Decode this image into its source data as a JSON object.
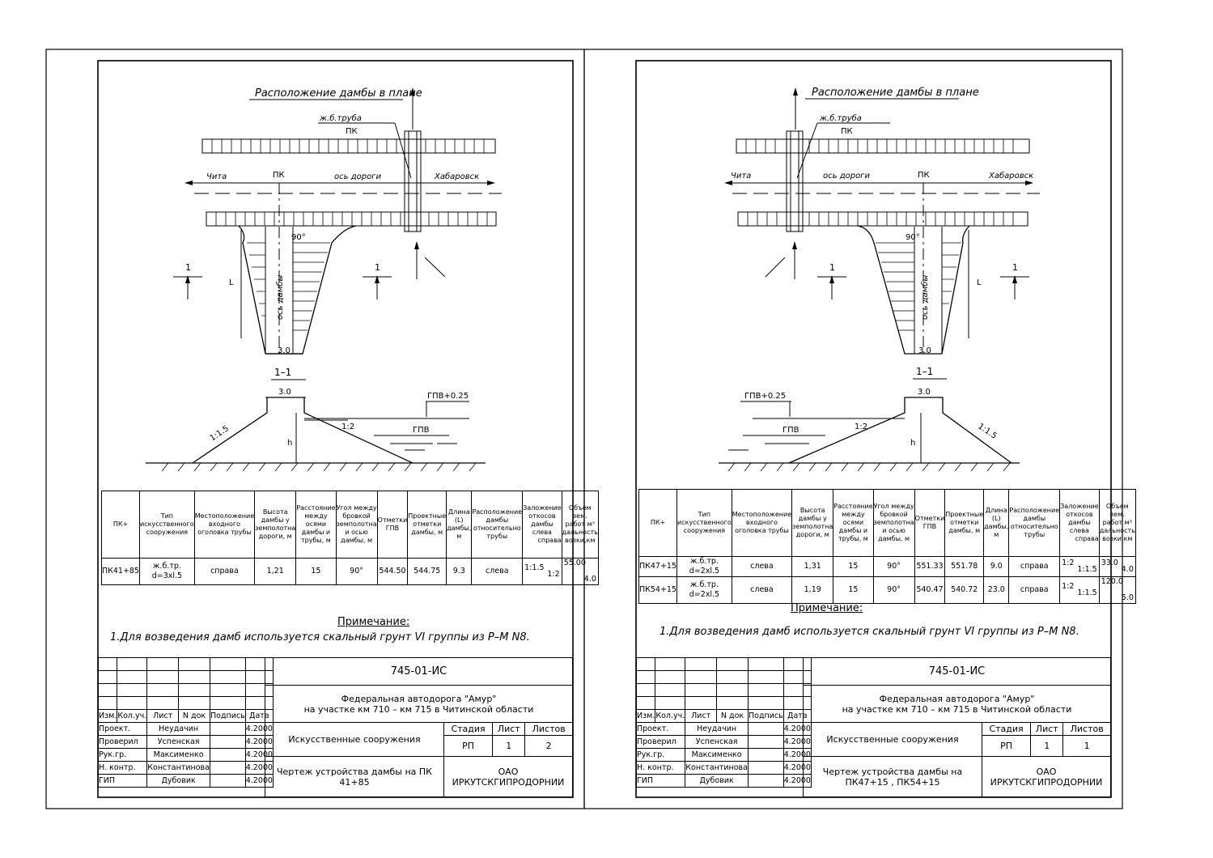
{
  "sheets": [
    {
      "plan_title": "Расположение дамбы в плане",
      "labels": {
        "pipe": "ж.б.труба",
        "pk_top": "ПК",
        "left_city": "Чита",
        "right_city": "Хабаровск",
        "pk_axis": "ПК",
        "road_axis": "ось дороги",
        "dam_axis": "ось дамбы",
        "angle": "90°",
        "length": "L",
        "width_plan": "3.0",
        "section_mark": "1",
        "section_title": "1–1",
        "width_section": "3.0",
        "level_top": "ГПВ+0.25",
        "level": "ГПВ",
        "slope_left": "1:1.5",
        "slope_right": "1:2",
        "height": "h"
      },
      "table": {
        "headers": [
          "ПК+",
          "Тип искусственного сооружения",
          "Местоположение входного оголовка трубы",
          "Высота дамбы у земполотна дороги, м",
          "Расстояние между осями дамбы и трубы, м",
          "Угол между бровкой земполотна и осью дамбы, м",
          "Отметки ГПВ",
          "Проектные отметки дамбы, м",
          "Длина (L) дамбы, м",
          "Расположение дамбы относительно трубы",
          "Заложение откосов дамбы",
          "Объем зем. работ м³"
        ],
        "slope_sub": {
          "left": "слева",
          "right": "справа"
        },
        "volume_sub": {
          "top": "",
          "bottom": "дальность возки,км"
        },
        "rows": [
          {
            "pk": "ПК41+85",
            "type": "ж.б.тр. d=3xl.5",
            "inlet": "справа",
            "height": "1,21",
            "dist": "15",
            "angle": "90°",
            "gpv": "544.50",
            "elev": "544.75",
            "len": "9.3",
            "position": "слева",
            "slope_l": "1:1.5",
            "slope_r": "1:2",
            "vol": "55.00",
            "dist_km": "4.0"
          }
        ]
      },
      "note_title": "Примечание:",
      "note": "1.Для возведения дамб используется скальный грунт VI группы из Р–М N8.",
      "stamp": {
        "code": "745-01-ИС",
        "project": "Федеральная автодорога \"Амур\"",
        "project2": "на участке км 710 – км 715 в Читинской области",
        "cols": [
          "Изм.",
          "Кол.уч.",
          "Лист",
          "N док",
          "Подпись",
          "Дата"
        ],
        "people": [
          {
            "role": "Проект.",
            "name": "Неудачин",
            "date": "4.2000"
          },
          {
            "role": "Проверил",
            "name": "Успенская",
            "date": "4.2000"
          },
          {
            "role": "Рук.гр.",
            "name": "Максименко",
            "date": "4.2000"
          },
          {
            "role": "Н. контр.",
            "name": "Константинова",
            "date": "4.2000"
          },
          {
            "role": "ГИП",
            "name": "Дубовик",
            "date": "4.2000"
          }
        ],
        "object": "Искусственные сооружения",
        "stage_h": "Стадия",
        "sheet_h": "Лист",
        "sheets_h": "Листов",
        "stage": "РП",
        "sheet": "1",
        "sheets": "2",
        "drawing": "Чертеж устройства дамбы на ПК 41+85",
        "org": "ОАО ИРКУТСКГИПРОДОРНИИ"
      }
    },
    {
      "plan_title": "Расположение дамбы в плане",
      "labels": {
        "pipe": "ж.б.труба",
        "pk_top": "ПК",
        "left_city": "Чита",
        "right_city": "Хабаровск",
        "pk_axis": "ПК",
        "road_axis": "ось дороги",
        "dam_axis": "ось дамбы",
        "angle": "90°",
        "length": "L",
        "width_plan": "3.0",
        "section_mark": "1",
        "section_title": "1–1",
        "width_section": "3.0",
        "level_top": "ГПВ+0.25",
        "level": "ГПВ",
        "slope_left": "1:2",
        "slope_right": "1:1.5",
        "height": "h"
      },
      "table": {
        "headers": [
          "ПК+",
          "Тип искусственного сооружения",
          "Местоположение входного оголовка трубы",
          "Высота дамбы у земполотна дороги, м",
          "Расстояние между осями дамбы и трубы, м",
          "Угол между бровкой земполотна и осью дамбы, м",
          "Отметки ГПВ",
          "Проектные отметки дамбы, м",
          "Длина (L) дамбы, м",
          "Расположение дамбы относительно трубы",
          "Заложение откосов дамбы",
          "Объем зем. работ м³"
        ],
        "slope_sub": {
          "left": "слева",
          "right": "справа"
        },
        "volume_sub": {
          "top": "",
          "bottom": "дальность возки,км"
        },
        "rows": [
          {
            "pk": "ПК47+15",
            "type": "ж.б.тр. d=2xl.5",
            "inlet": "слева",
            "height": "1,31",
            "dist": "15",
            "angle": "90°",
            "gpv": "551.33",
            "elev": "551.78",
            "len": "9.0",
            "position": "справа",
            "slope_l": "1:2",
            "slope_r": "1:1.5",
            "vol": "33.0",
            "dist_km": "4.0"
          },
          {
            "pk": "ПК54+15",
            "type": "ж.б.тр. d=2xl.5",
            "inlet": "слева",
            "height": "1,19",
            "dist": "15",
            "angle": "90°",
            "gpv": "540.47",
            "elev": "540.72",
            "len": "23.0",
            "position": "справа",
            "slope_l": "1:2",
            "slope_r": "1:1.5",
            "vol": "120.0",
            "dist_km": "5.0"
          }
        ]
      },
      "note_title": "Примечание:",
      "note": "1.Для возведения дамб используется скальный грунт VI группы из Р–М N8.",
      "stamp": {
        "code": "745-01-ИС",
        "project": "Федеральная автодорога \"Амур\"",
        "project2": "на участке км 710 – км 715 в Читинской области",
        "cols": [
          "Изм.",
          "Кол.уч.",
          "Лист",
          "N док",
          "Подпись",
          "Дата"
        ],
        "people": [
          {
            "role": "Проект.",
            "name": "Неудачин",
            "date": "4.2000"
          },
          {
            "role": "Проверил",
            "name": "Успенская",
            "date": "4.2000"
          },
          {
            "role": "Рук.гр.",
            "name": "Максименко",
            "date": "4.2000"
          },
          {
            "role": "Н. контр.",
            "name": "Константинова",
            "date": "4.2000"
          },
          {
            "role": "ГИП",
            "name": "Дубовик",
            "date": "4.2000"
          }
        ],
        "object": "Искусственные сооружения",
        "stage_h": "Стадия",
        "sheet_h": "Лист",
        "sheets_h": "Листов",
        "stage": "РП",
        "sheet": "1",
        "sheets": "1",
        "drawing": "Чертеж устройства дамбы на ПК47+15 , ПК54+15",
        "org": "ОАО ИРКУТСКГИПРОДОРНИИ"
      }
    }
  ]
}
